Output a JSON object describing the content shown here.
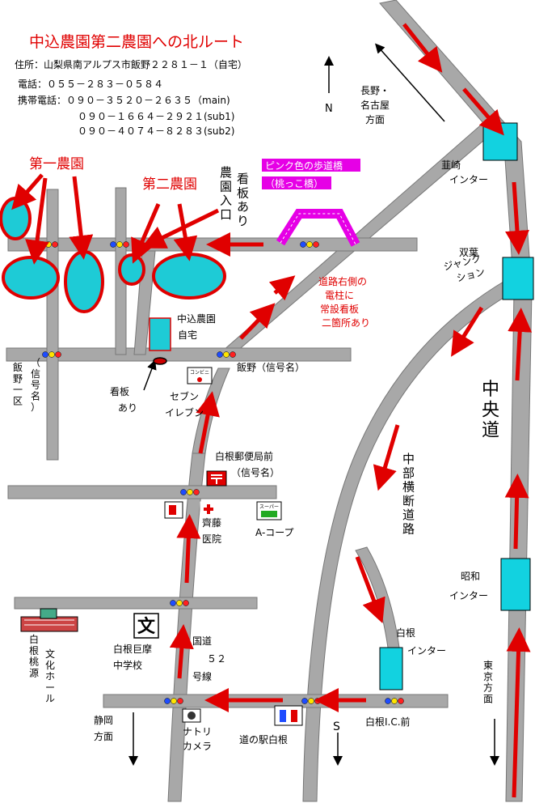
{
  "title": "中込農園第二農園への北ルート",
  "address": "住所：山梨県南アルプス市飯野２２８１－１（自宅）",
  "phone": "電話：０５５－２８３－０５８４",
  "mobile1": "携帯電話：０９０－３５２０－２６３５（main)",
  "mobile2": "０９０－１６６４－２９２１(sub1)",
  "mobile3": "０９０－４０７４－８２８３(sub2)",
  "north": "N",
  "south": "S",
  "labels": {
    "farm1": "第一農園",
    "farm2": "第二農園",
    "farm_entrance": "農園入口",
    "signboard": "看板あり",
    "pink_bridge_1": "ピンク色の歩道橋",
    "pink_bridge_2": "（桃っこ橋）",
    "pole_note": [
      "道路右側の",
      "電柱に",
      "常設看板",
      "二箇所あり"
    ],
    "home_1": "中込農園",
    "home_2": "自宅",
    "iino": "飯野（信号名）",
    "iino_1ku": "飯野一区",
    "signal_name": "（信号名）",
    "sign_ari": [
      "看板",
      "あり"
    ],
    "seven": [
      "セブン",
      "イレブン"
    ],
    "konbini": "コンビニ",
    "shirane_post": "白根郵便局前",
    "shirane_post_signal": "（信号名）",
    "saito": [
      "齊藤",
      "医院"
    ],
    "super": "スーパー",
    "acoop": "A-コープ",
    "bun": "文",
    "school": [
      "白根巨摩",
      "中学校"
    ],
    "route52": [
      "国道",
      "５２",
      "号線"
    ],
    "bunka": [
      "白根桃源",
      "文化ホール"
    ],
    "shizuoka": [
      "静岡",
      "方面"
    ],
    "natori": [
      "ナトリ",
      "カメラ"
    ],
    "michinoeki": "道の駅白根",
    "shirane_ic_front": "白根I.C.前",
    "shirane_ic": [
      "白根",
      "インター"
    ],
    "chubu": "中部横断道路",
    "chuo": "中央道",
    "nagano": [
      "長野・",
      "名古屋",
      "方面"
    ],
    "nirasaki": [
      "韮崎",
      "インター"
    ],
    "futaba": [
      "双葉",
      "ジャンク",
      "ション"
    ],
    "showa": [
      "昭和",
      "インター"
    ],
    "tokyo": "東京方面"
  },
  "colors": {
    "route": "#e00000",
    "pond": "#1ecbd6",
    "pink": "#e600e6",
    "road": "#a8a8a8"
  }
}
